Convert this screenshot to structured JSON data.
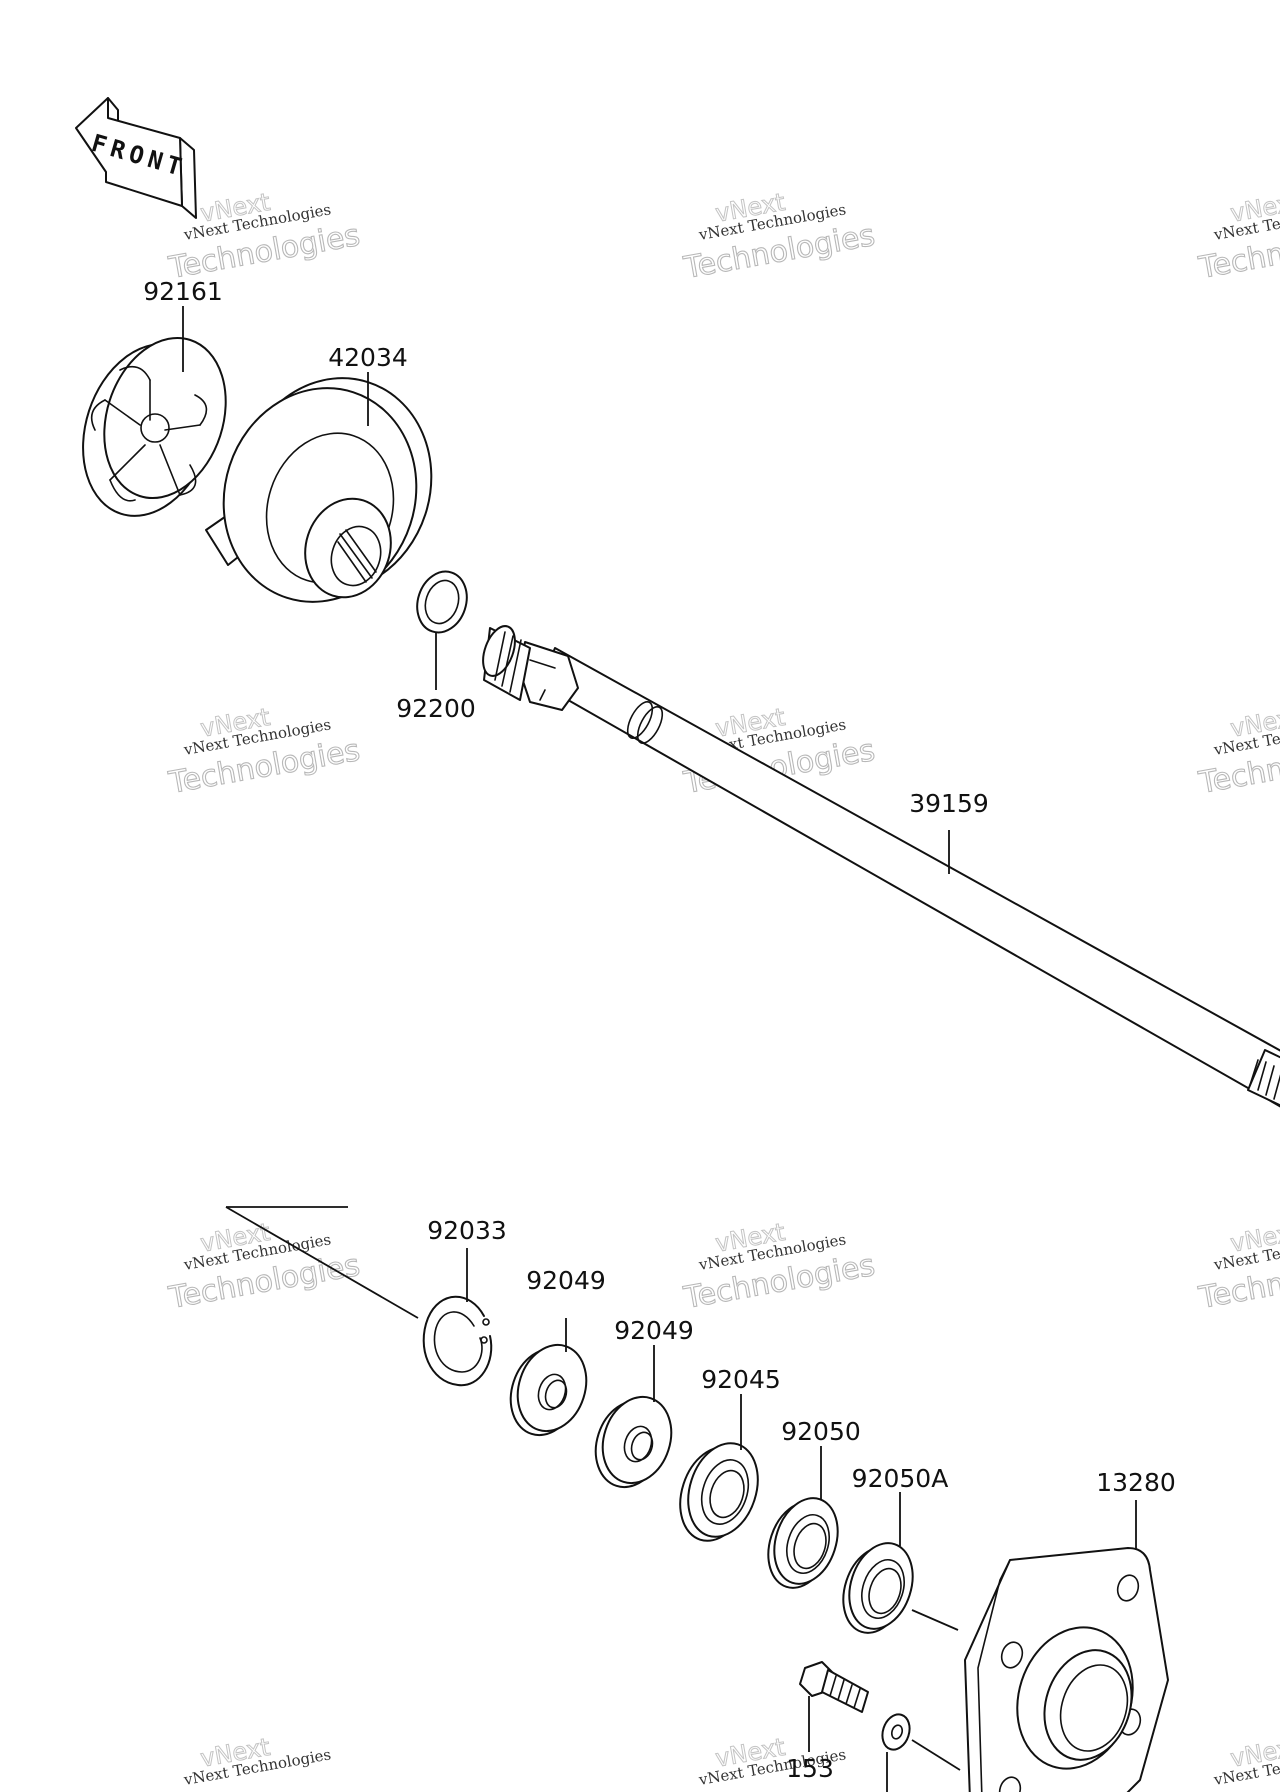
{
  "front_badge": {
    "label": "FRONT"
  },
  "watermark": {
    "company": "vNext Technologies",
    "brand": "vNext",
    "word": "Technologies"
  },
  "parts": {
    "p92161": "92161",
    "p42034": "42034",
    "p92200": "92200",
    "p39159": "39159",
    "p92033": "92033",
    "p92049a": "92049",
    "p92049b": "92049",
    "p92045": "92045",
    "p92050": "92050",
    "p92050A": "92050A",
    "p13280": "13280",
    "p153": "153"
  }
}
